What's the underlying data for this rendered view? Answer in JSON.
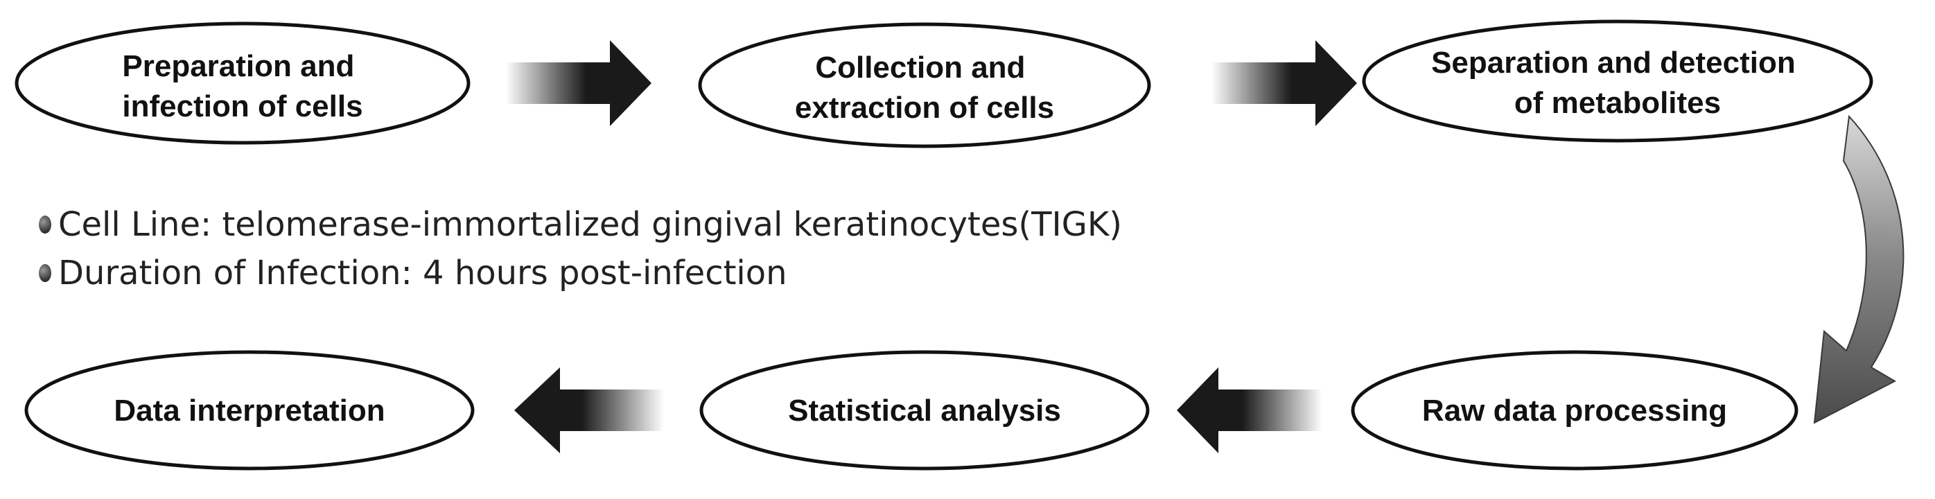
{
  "steps": [
    {
      "lines": [
        "Preparation and",
        "infection of cells"
      ]
    },
    {
      "lines": [
        "Collection and",
        "extraction of cells"
      ]
    },
    {
      "lines": [
        "Separation and detection",
        "of metabolites"
      ]
    },
    {
      "lines": [
        "Raw data processing"
      ]
    },
    {
      "lines": [
        "Statistical analysis"
      ]
    },
    {
      "lines": [
        "Data interpretation"
      ]
    }
  ],
  "notes": [
    "Cell Line: telomerase-immortalized gingival keratinocytes(TIGK)",
    "Duration of Infection: 4 hours post-infection"
  ],
  "colors": {
    "outline": "#111111",
    "arrow": "#1a1a1a",
    "curved_arrow_light": "#c8c8c8",
    "curved_arrow_dark": "#555555"
  }
}
